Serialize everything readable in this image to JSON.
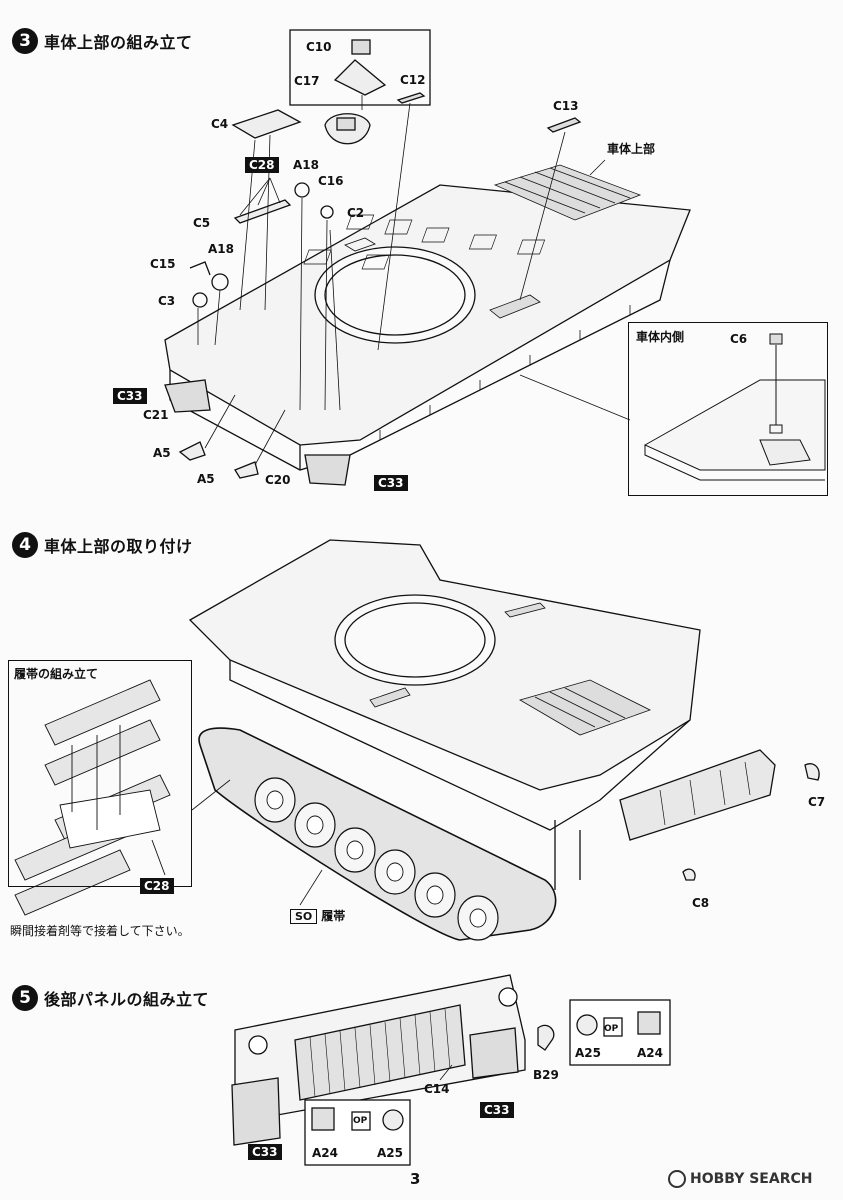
{
  "steps": [
    {
      "num": "3",
      "title": "車体上部の組み立て"
    },
    {
      "num": "4",
      "title": "車体上部の取り付け"
    },
    {
      "num": "5",
      "title": "後部パネルの組み立て"
    }
  ],
  "step3": {
    "labels": {
      "c10": "C10",
      "c17": "C17",
      "c12": "C12",
      "c4": "C4",
      "c28": "C28",
      "a18a": "A18",
      "c16": "C16",
      "c2": "C2",
      "c5": "C5",
      "a18b": "A18",
      "c15": "C15",
      "c3": "C3",
      "c13": "C13",
      "upper_hull": "車体上部",
      "c33a": "C33",
      "c21": "C21",
      "a5a": "A5",
      "a5b": "A5",
      "c20": "C20",
      "c33b": "C33",
      "c6": "C6"
    },
    "inset_title": "車体内側"
  },
  "step4": {
    "track_inset_title": "履帯の組み立て",
    "labels": {
      "c28": "C28",
      "c7": "C7",
      "c8": "C8"
    },
    "track": {
      "code": "SO",
      "label": "履帯"
    },
    "note": "瞬間接着剤等で接着して下さい。"
  },
  "step5": {
    "labels": {
      "c14": "C14",
      "c33a": "C33",
      "c33b": "C33",
      "b29": "B29",
      "a25a": "A25",
      "a24a": "A24",
      "a24b": "A24",
      "a25b": "A25",
      "op": "OP"
    }
  },
  "page_number": "3",
  "watermark": "HOBBY SEARCH"
}
